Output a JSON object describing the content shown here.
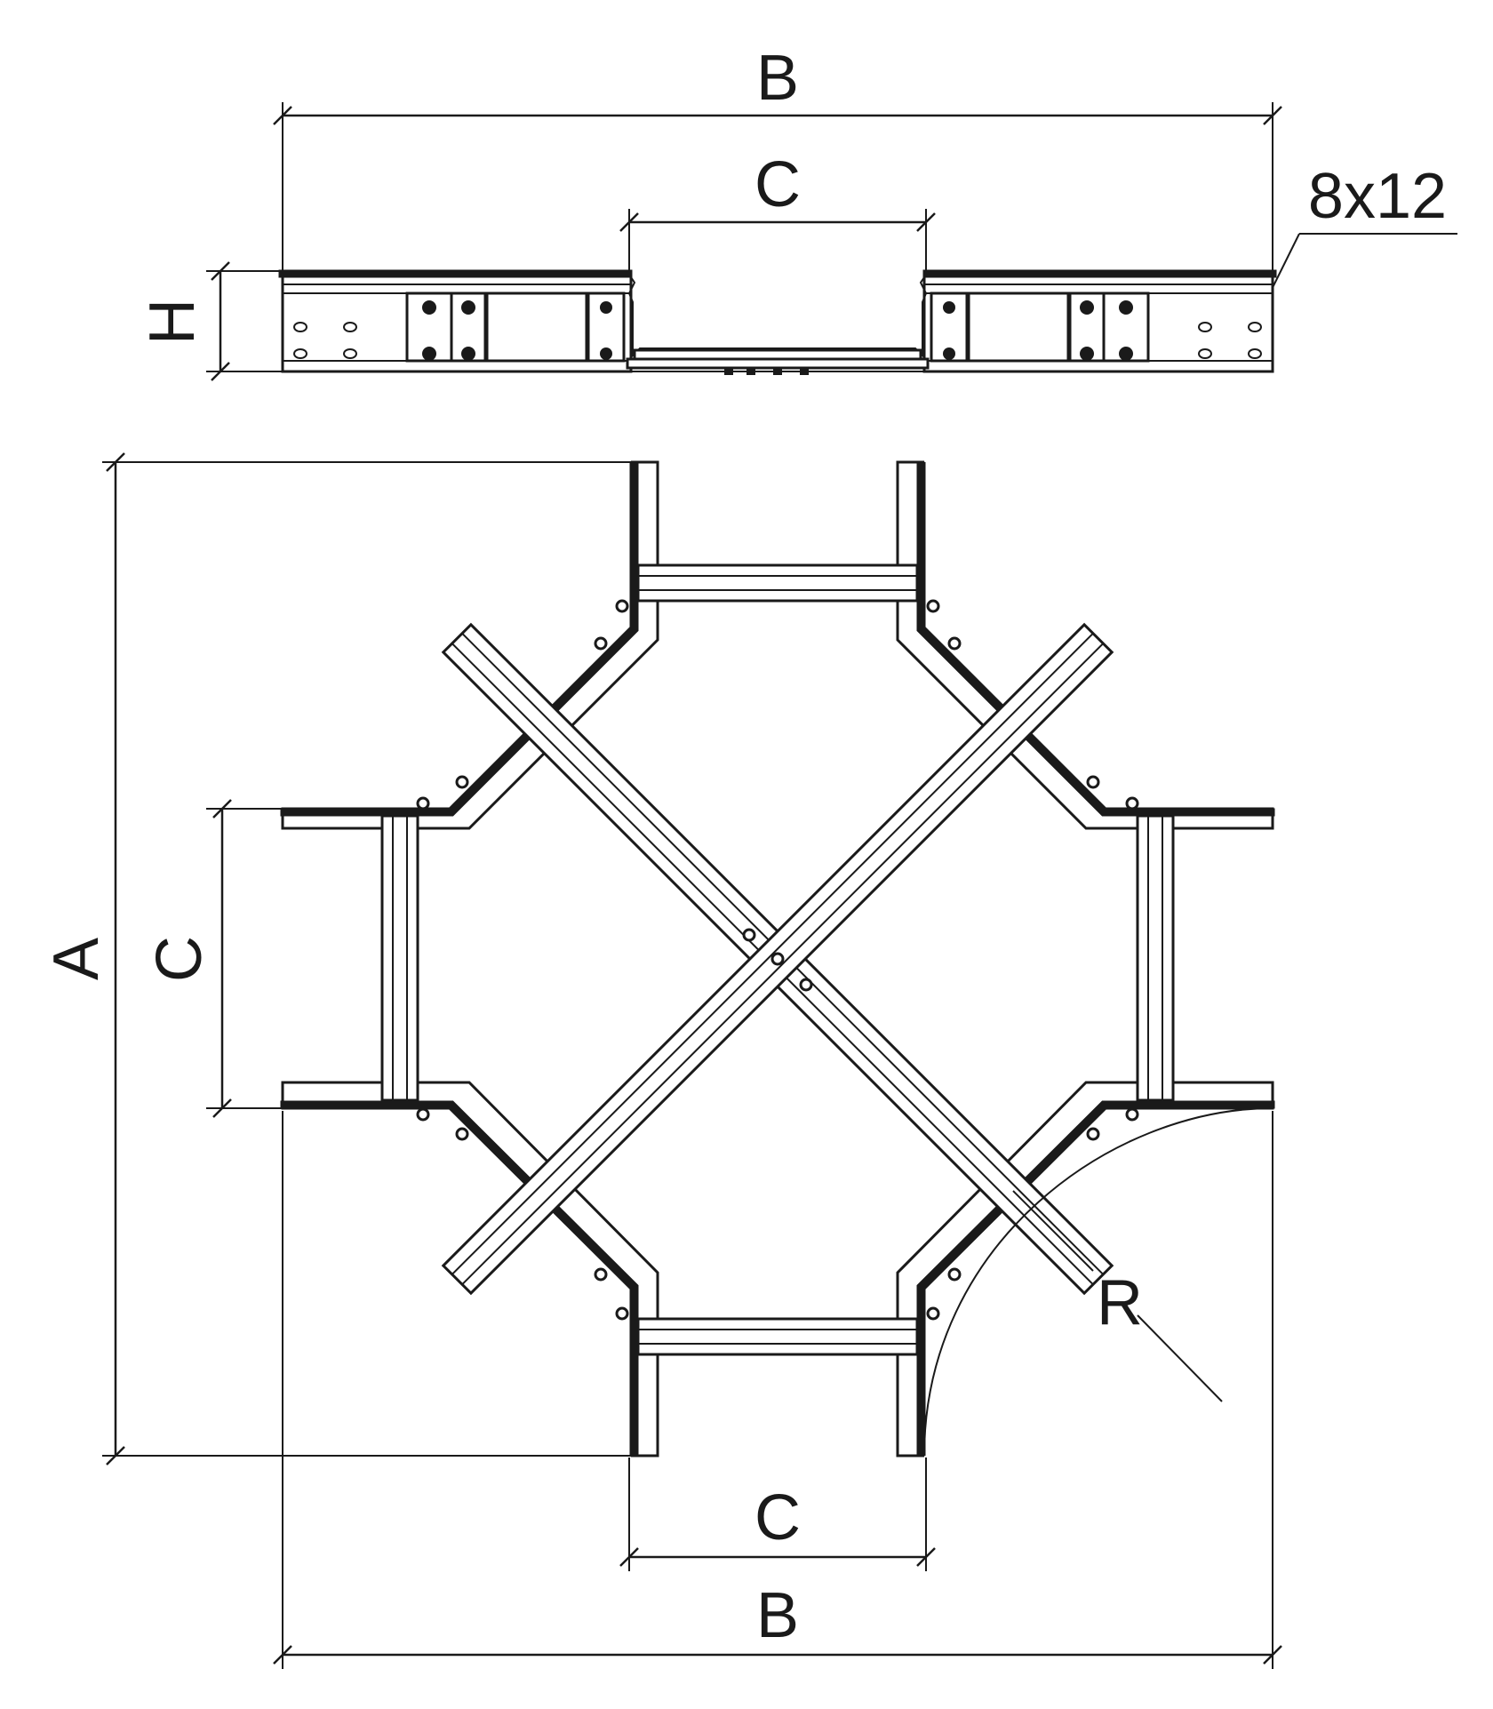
{
  "labels": {
    "top_width": "B",
    "top_channel": "C",
    "hole_size": "8x12",
    "height": "H",
    "overall_length": "A",
    "side_channel": "C",
    "bottom_channel": "C",
    "bottom_width": "B",
    "radius": "R"
  },
  "colors": {
    "line": "#1a1a1a",
    "background": "#ffffff"
  }
}
